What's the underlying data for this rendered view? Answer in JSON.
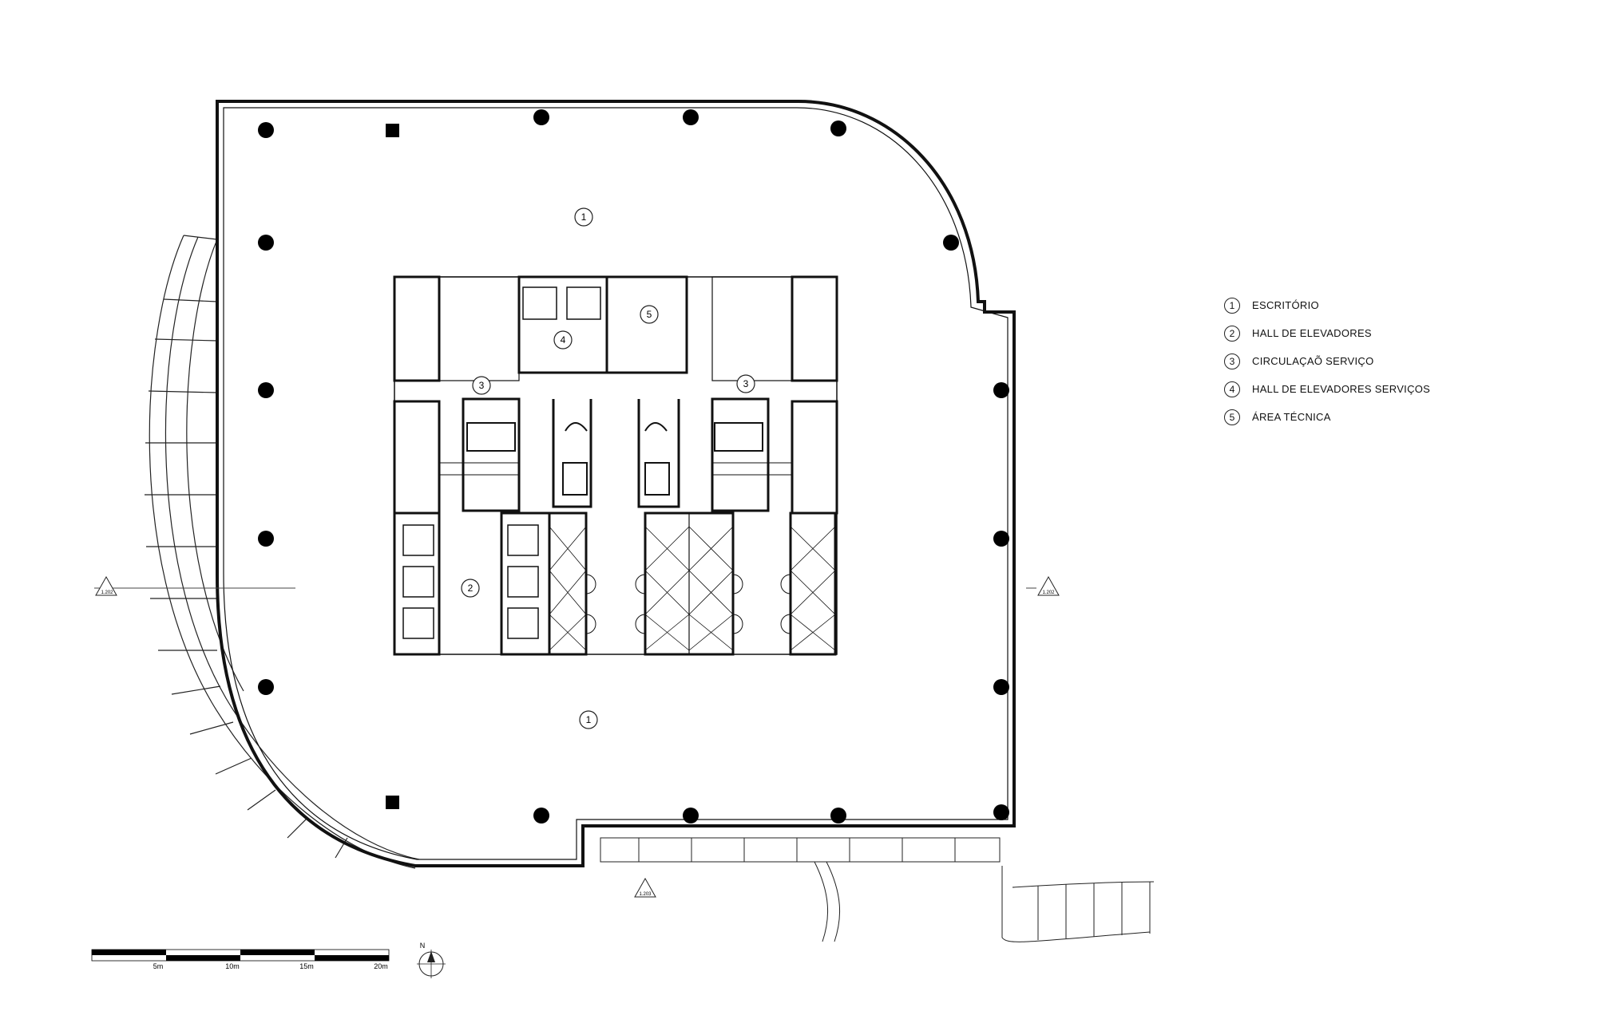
{
  "legend": {
    "items": [
      {
        "num": "1",
        "label": "ESCRITÓRIO"
      },
      {
        "num": "2",
        "label": "HALL DE ELEVADORES"
      },
      {
        "num": "3",
        "label": "CIRCULAÇAÕ SERVIÇO"
      },
      {
        "num": "4",
        "label": "HALL DE ELEVADORES SERVIÇOS"
      },
      {
        "num": "5",
        "label": "ÁREA TÉCNICA"
      }
    ]
  },
  "room_tags": {
    "office_top": "1",
    "office_bottom": "1",
    "elevator_hall": "2",
    "service_circ_left": "3",
    "service_circ_right": "3",
    "service_elevator_hall": "4",
    "technical_area": "5"
  },
  "section_markers": {
    "left": "1.202",
    "right": "1.202",
    "bottom": "1.203"
  },
  "scale_bar": {
    "labels": [
      "5m",
      "10m",
      "15m",
      "20m"
    ]
  },
  "north_arrow": {
    "label": "N"
  }
}
